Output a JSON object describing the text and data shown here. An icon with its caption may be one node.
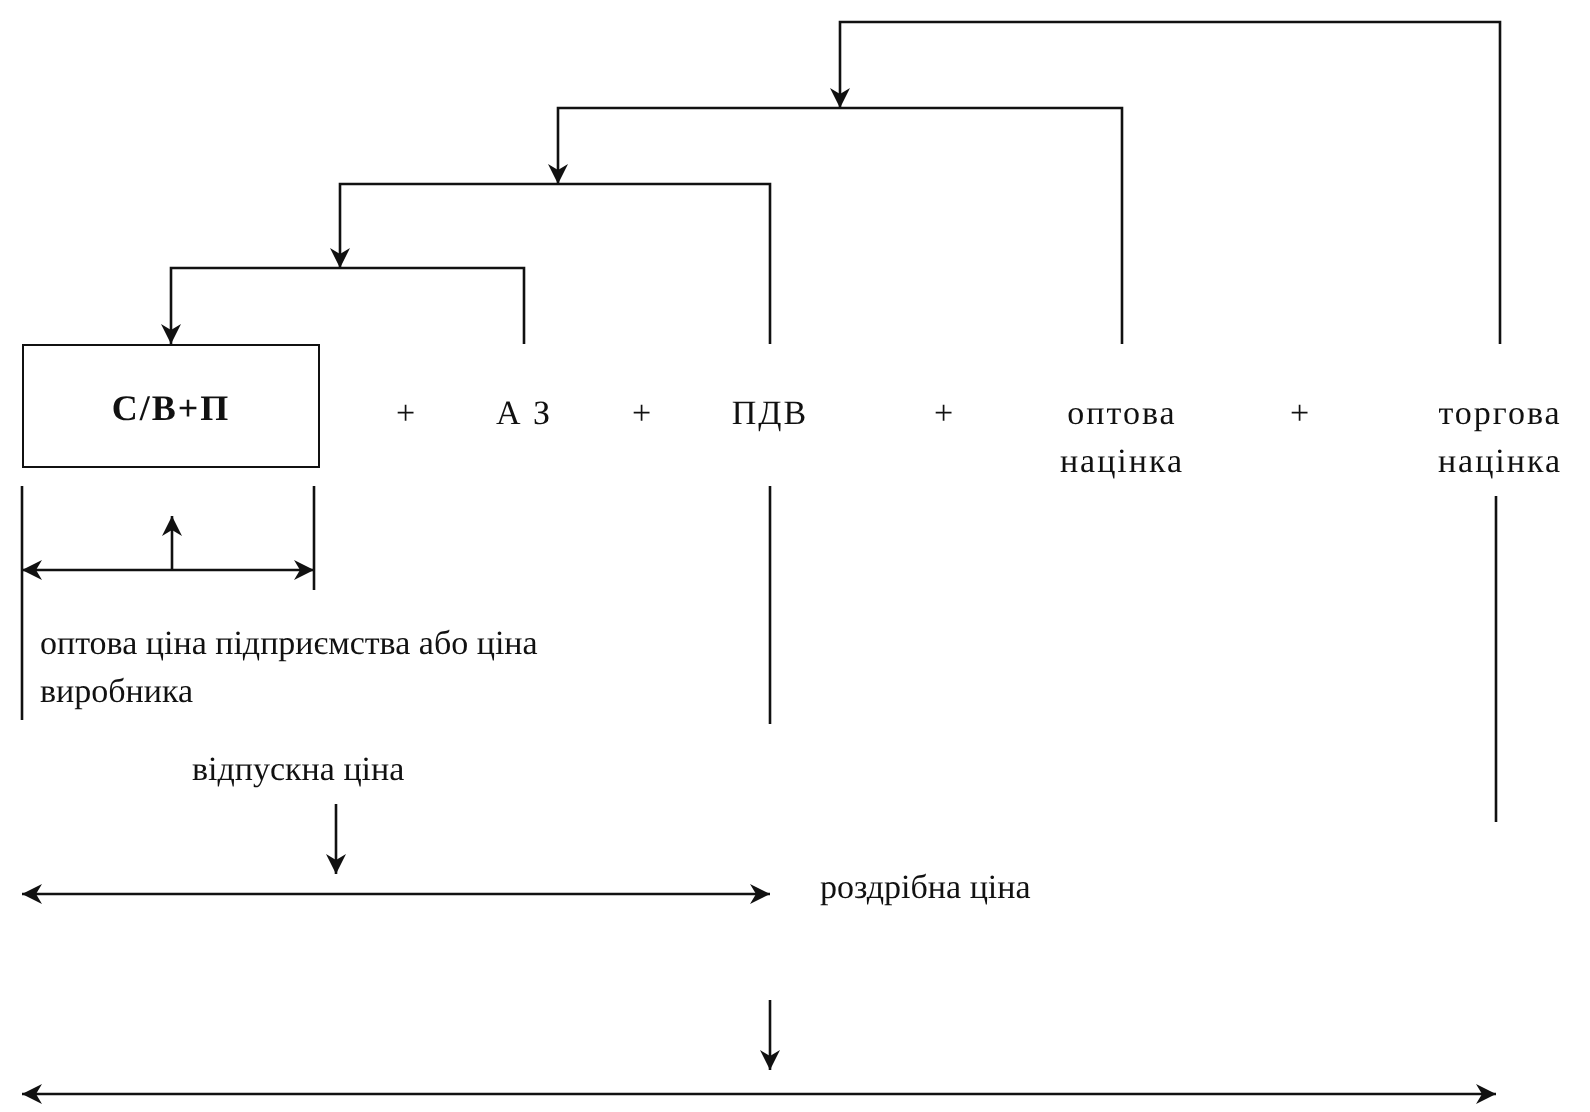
{
  "diagram": {
    "nodes": [
      {
        "text": [
          "С/В+П"
        ]
      },
      {
        "text": [
          "А З"
        ]
      },
      {
        "text": [
          "ПДВ"
        ]
      },
      {
        "text": [
          "оптова націнка"
        ]
      },
      {
        "text": [
          "торгова націнка"
        ]
      }
    ],
    "edges": [
      {
        "from": 1,
        "to": 0,
        "arrow": "to"
      },
      {
        "from": 2,
        "to": null,
        "arrow": "to"
      },
      {
        "from": 3,
        "to": null,
        "arrow": "to"
      },
      {
        "from": 4,
        "to": null,
        "arrow": "to"
      }
    ],
    "labels": [
      "+",
      "+",
      "+",
      "+",
      "оптова ціна підприємства або ціна виробника",
      "відпускна ціна",
      "роздрібна ціна"
    ]
  }
}
